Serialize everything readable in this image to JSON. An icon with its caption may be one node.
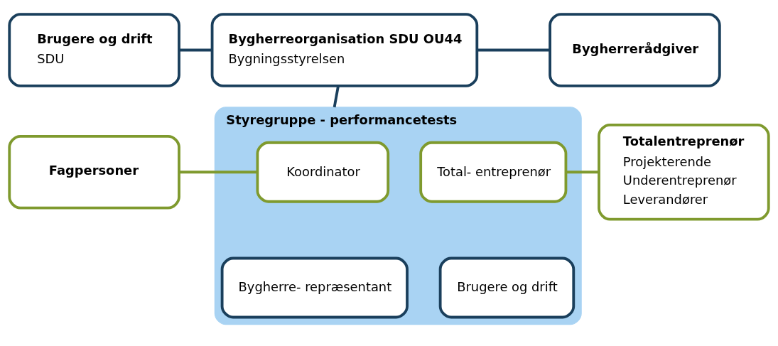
{
  "diagram": {
    "nodes": [
      {
        "text": [
          "Brugere og drift",
          "SDU"
        ]
      },
      {
        "text": [
          "Bygherreorganisation SDU OU44",
          "Bygningsstyrelsen"
        ]
      },
      {
        "text": [
          "Bygherrerådgiver"
        ]
      },
      {
        "text": [
          "Fagpersoner"
        ]
      },
      {
        "text": [
          "Styregruppe - performancetests"
        ]
      },
      {
        "text": [
          "Koordinator"
        ],
        "in": 4
      },
      {
        "text": [
          "Total- entreprenør"
        ],
        "in": 4
      },
      {
        "text": [
          "Bygherre- repræsentant"
        ],
        "in": 4
      },
      {
        "text": [
          "Brugere og drift"
        ],
        "in": 4
      },
      {
        "text": [
          "Totalentreprenør",
          "Projekterende",
          "Underentreprenør",
          "Leverandører"
        ]
      }
    ],
    "edges": [
      {
        "from": 0,
        "to": 1,
        "arrow": "none"
      },
      {
        "from": 1,
        "to": 2,
        "arrow": "none"
      },
      {
        "from": 1,
        "to": 4,
        "arrow": "none"
      },
      {
        "from": 3,
        "to": 5,
        "arrow": "none",
        "color": "#7f9a2e"
      },
      {
        "from": 6,
        "to": 9,
        "arrow": "none",
        "color": "#7f9a2e"
      }
    ]
  }
}
